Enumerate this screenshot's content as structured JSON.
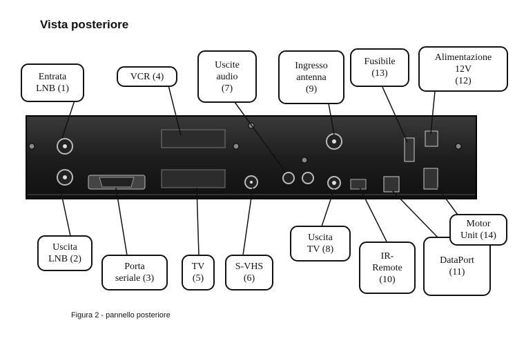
{
  "title": "Vista posteriore",
  "caption": "Figura 2 - pannello posteriore",
  "callouts": {
    "entrata_lnb": [
      "Entrata",
      "LNB (1)"
    ],
    "uscita_lnb": [
      "Uscita",
      "LNB (2)"
    ],
    "porta_seriale": [
      "Porta",
      "seriale (3)"
    ],
    "vcr": [
      "VCR (4)"
    ],
    "tv": [
      "TV",
      "(5)"
    ],
    "svhs": [
      "S-VHS",
      "(6)"
    ],
    "uscite_audio": [
      "Uscite",
      "audio",
      "(7)"
    ],
    "uscita_tv": [
      "Uscita",
      "TV (8)"
    ],
    "ingresso_antenna": [
      "Ingresso",
      "antenna",
      "(9)"
    ],
    "ir_remote": [
      "IR-",
      "Remote",
      "(10)"
    ],
    "dataport": [
      "DataPort",
      "(11)"
    ],
    "alimentazione": [
      "Alimentazione",
      "12V",
      "(12)"
    ],
    "fusibile": [
      "Fusibile",
      "(13)"
    ],
    "motor_unit": [
      "Motor",
      "Unit (14)"
    ]
  }
}
